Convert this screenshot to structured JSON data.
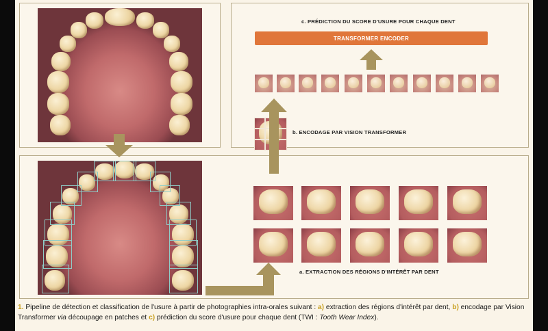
{
  "labels": {
    "c": "c. PRÉDICTION DU SCORE D'USURE POUR CHAQUE DENT",
    "b": "b. ENCODAGE PAR VISION TRANSFORMER",
    "a": "a. EXTRACTION DES RÉGIONS D'INTÉRÊT PAR DENT"
  },
  "encoder": {
    "label": "TRANSFORMER ENCODER"
  },
  "colors": {
    "encoder": "#e0763a",
    "arrow": "#a8945e",
    "highlight": "#c8a020",
    "box": "#8fcdc8",
    "panel_border": "#b9ad8c"
  },
  "caption": {
    "num": "1.",
    "p1": " Pipeline de détection et classification de l'usure à partir de photographies intra-orales suivant : ",
    "a_lbl": "a)",
    "p2": " extraction des régions d'intérêt par dent, ",
    "b_lbl": "b)",
    "p3": " encodage par Vision Transformer ",
    "via": "via",
    "p4": " découpage en patches et ",
    "c_lbl": "c)",
    "p5": " prédiction du score d'usure pour chaque dent (TWI : ",
    "twi": "Tooth Wear Index",
    "p6": ")."
  }
}
